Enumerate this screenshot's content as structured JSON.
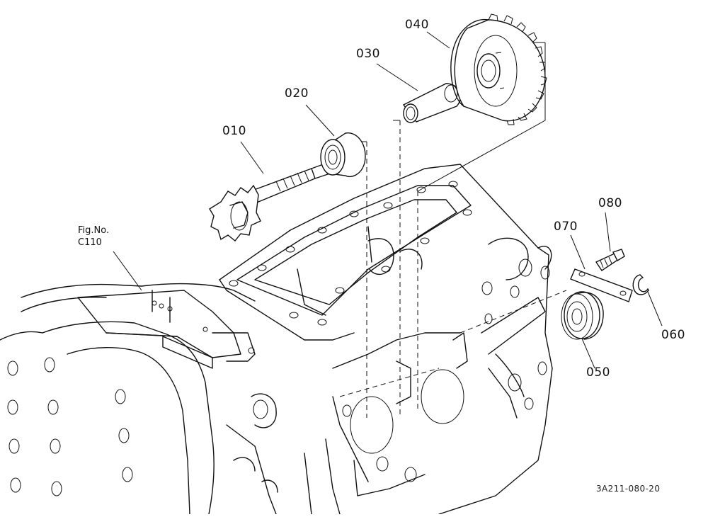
{
  "labels": {
    "p010": "010",
    "p020": "020",
    "p030": "030",
    "p040": "040",
    "p050": "050",
    "p060": "060",
    "p070": "070",
    "p080": "080"
  },
  "reference": {
    "line1": "Fig.No.",
    "line2": "C110"
  },
  "drawing_code": "3A211-080-20"
}
